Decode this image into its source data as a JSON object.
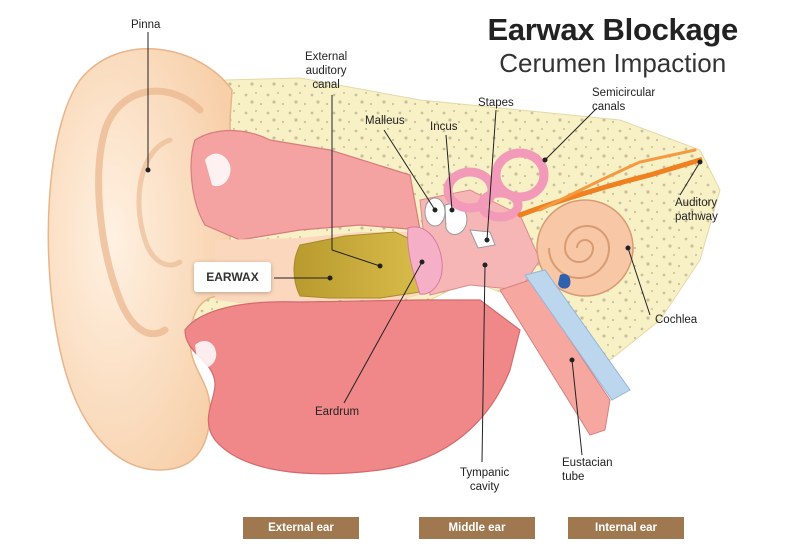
{
  "title": "Earwax Blockage",
  "subtitle": "Cerumen Impaction",
  "labels": {
    "pinna": "Pinna",
    "external_canal": "External\nauditory\ncanal",
    "malleus": "Malleus",
    "incus": "Incus",
    "stapes": "Stapes",
    "semicircular": "Semicircular\ncanals",
    "auditory_pathway": "Auditory\npathway",
    "earwax": "EARWAX",
    "cochlea": "Cochlea",
    "eardrum": "Eardrum",
    "tympanic": "Tympanic\ncavity",
    "eustachian": "Eustacian\ntube"
  },
  "sections": {
    "external": "External ear",
    "middle": "Middle ear",
    "internal": "Internal ear"
  },
  "colors": {
    "skin": "#fde2c8",
    "pink": "#f4a0a0",
    "bone": "#f8f0c0",
    "wax": "#c8a838",
    "nerve": "#f08020",
    "section_bg": "#a07850"
  }
}
